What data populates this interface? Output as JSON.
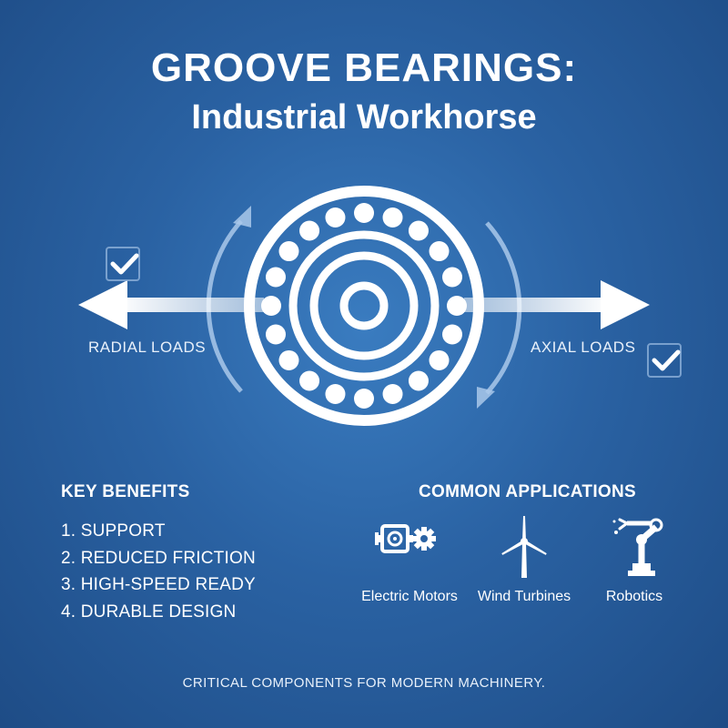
{
  "header": {
    "title_line1": "GROOVE BEARINGS:",
    "title_line2": "Industrial Workhorse"
  },
  "diagram": {
    "left_label": "RADIAL LOADS",
    "right_label": "AXIAL LOADS",
    "check_icon": "check-icon",
    "ball_count": 20
  },
  "benefits": {
    "heading": "KEY BENEFITS",
    "items": [
      "1. SUPPORT",
      "2. REDUCED FRICTION",
      "3. HIGH-SPEED READY",
      "4. DURABLE DESIGN"
    ]
  },
  "applications": {
    "heading": "COMMON APPLICATIONS",
    "items": [
      {
        "label": "Electric Motors",
        "icon": "electric-motor-icon"
      },
      {
        "label": "Wind Turbines",
        "icon": "wind-turbine-icon"
      },
      {
        "label": "Robotics",
        "icon": "robot-arm-icon"
      }
    ]
  },
  "footer": {
    "text": "CRITICAL COMPONENTS FOR MODERN MACHINERY."
  },
  "colors": {
    "background": "#2a62a3",
    "foreground": "#ffffff",
    "accent_light": "#a9c8ea"
  }
}
